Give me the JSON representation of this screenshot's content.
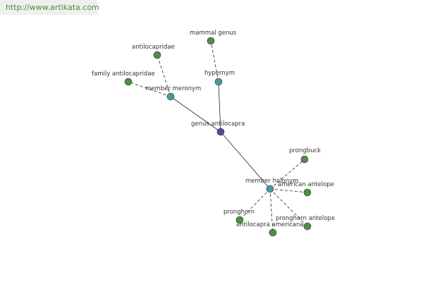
{
  "watermark": "http://www.artikata.com",
  "colors": {
    "center": "#4a4f9a",
    "relation": "#4a9a9a",
    "leaf": "#4f8f45",
    "edge": "#222222"
  },
  "nodes": [
    {
      "id": "genus",
      "label": "genus antilocapra",
      "kind": "center"
    },
    {
      "id": "hypernym",
      "label": "hypernym",
      "kind": "relation"
    },
    {
      "id": "meronym",
      "label": "member meronym",
      "kind": "relation"
    },
    {
      "id": "holonym",
      "label": "member holonym",
      "kind": "relation"
    },
    {
      "id": "mammal_genus",
      "label": "mammal genus",
      "kind": "leaf"
    },
    {
      "id": "antilocapridae",
      "label": "antilocapridae",
      "kind": "leaf"
    },
    {
      "id": "family_antilocapridae",
      "label": "family antilocapridae",
      "kind": "leaf"
    },
    {
      "id": "prongbuck",
      "label": "prongbuck",
      "kind": "leaf"
    },
    {
      "id": "american_antelope",
      "label": "american antelope",
      "kind": "leaf"
    },
    {
      "id": "pronghorn_antelope",
      "label": "pronghorn antelope",
      "kind": "leaf"
    },
    {
      "id": "antilocapra_americana",
      "label": "antilocapra americana",
      "kind": "leaf"
    },
    {
      "id": "pronghorn",
      "label": "pronghorn",
      "kind": "leaf"
    }
  ],
  "edges": [
    {
      "from": "genus",
      "to": "hypernym",
      "style": "solid"
    },
    {
      "from": "genus",
      "to": "meronym",
      "style": "solid"
    },
    {
      "from": "genus",
      "to": "holonym",
      "style": "solid"
    },
    {
      "from": "hypernym",
      "to": "mammal_genus",
      "style": "dashed"
    },
    {
      "from": "meronym",
      "to": "antilocapridae",
      "style": "dashed"
    },
    {
      "from": "meronym",
      "to": "family_antilocapridae",
      "style": "dashed"
    },
    {
      "from": "holonym",
      "to": "prongbuck",
      "style": "dashed"
    },
    {
      "from": "holonym",
      "to": "american_antelope",
      "style": "dashed"
    },
    {
      "from": "holonym",
      "to": "pronghorn_antelope",
      "style": "dashed"
    },
    {
      "from": "holonym",
      "to": "antilocapra_americana",
      "style": "dashed"
    },
    {
      "from": "holonym",
      "to": "pronghorn",
      "style": "dashed"
    }
  ]
}
